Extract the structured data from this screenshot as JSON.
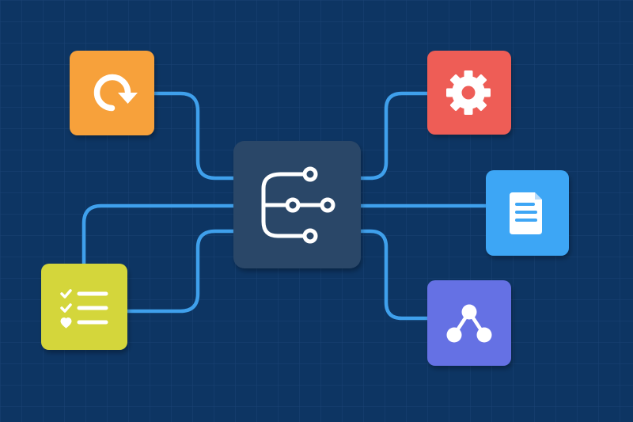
{
  "colors": {
    "background": "#0d3563",
    "grid_line": "#1a4475",
    "connector": "#3fa0ec",
    "hub": "#2c4768",
    "hub_border": "#0a2748",
    "glyph": "#ffffff"
  },
  "hub": {
    "icon": "hierarchy-branch-icon"
  },
  "nodes": [
    {
      "id": "refresh",
      "icon": "refresh-icon",
      "color": "#f7a13b"
    },
    {
      "id": "checklist",
      "icon": "checklist-icon",
      "color": "#d4d63a"
    },
    {
      "id": "settings",
      "icon": "gear-icon",
      "color": "#ee5d57"
    },
    {
      "id": "document",
      "icon": "document-icon",
      "color": "#3ea6f5"
    },
    {
      "id": "share",
      "icon": "share-nodes-icon",
      "color": "#6571e4"
    }
  ]
}
